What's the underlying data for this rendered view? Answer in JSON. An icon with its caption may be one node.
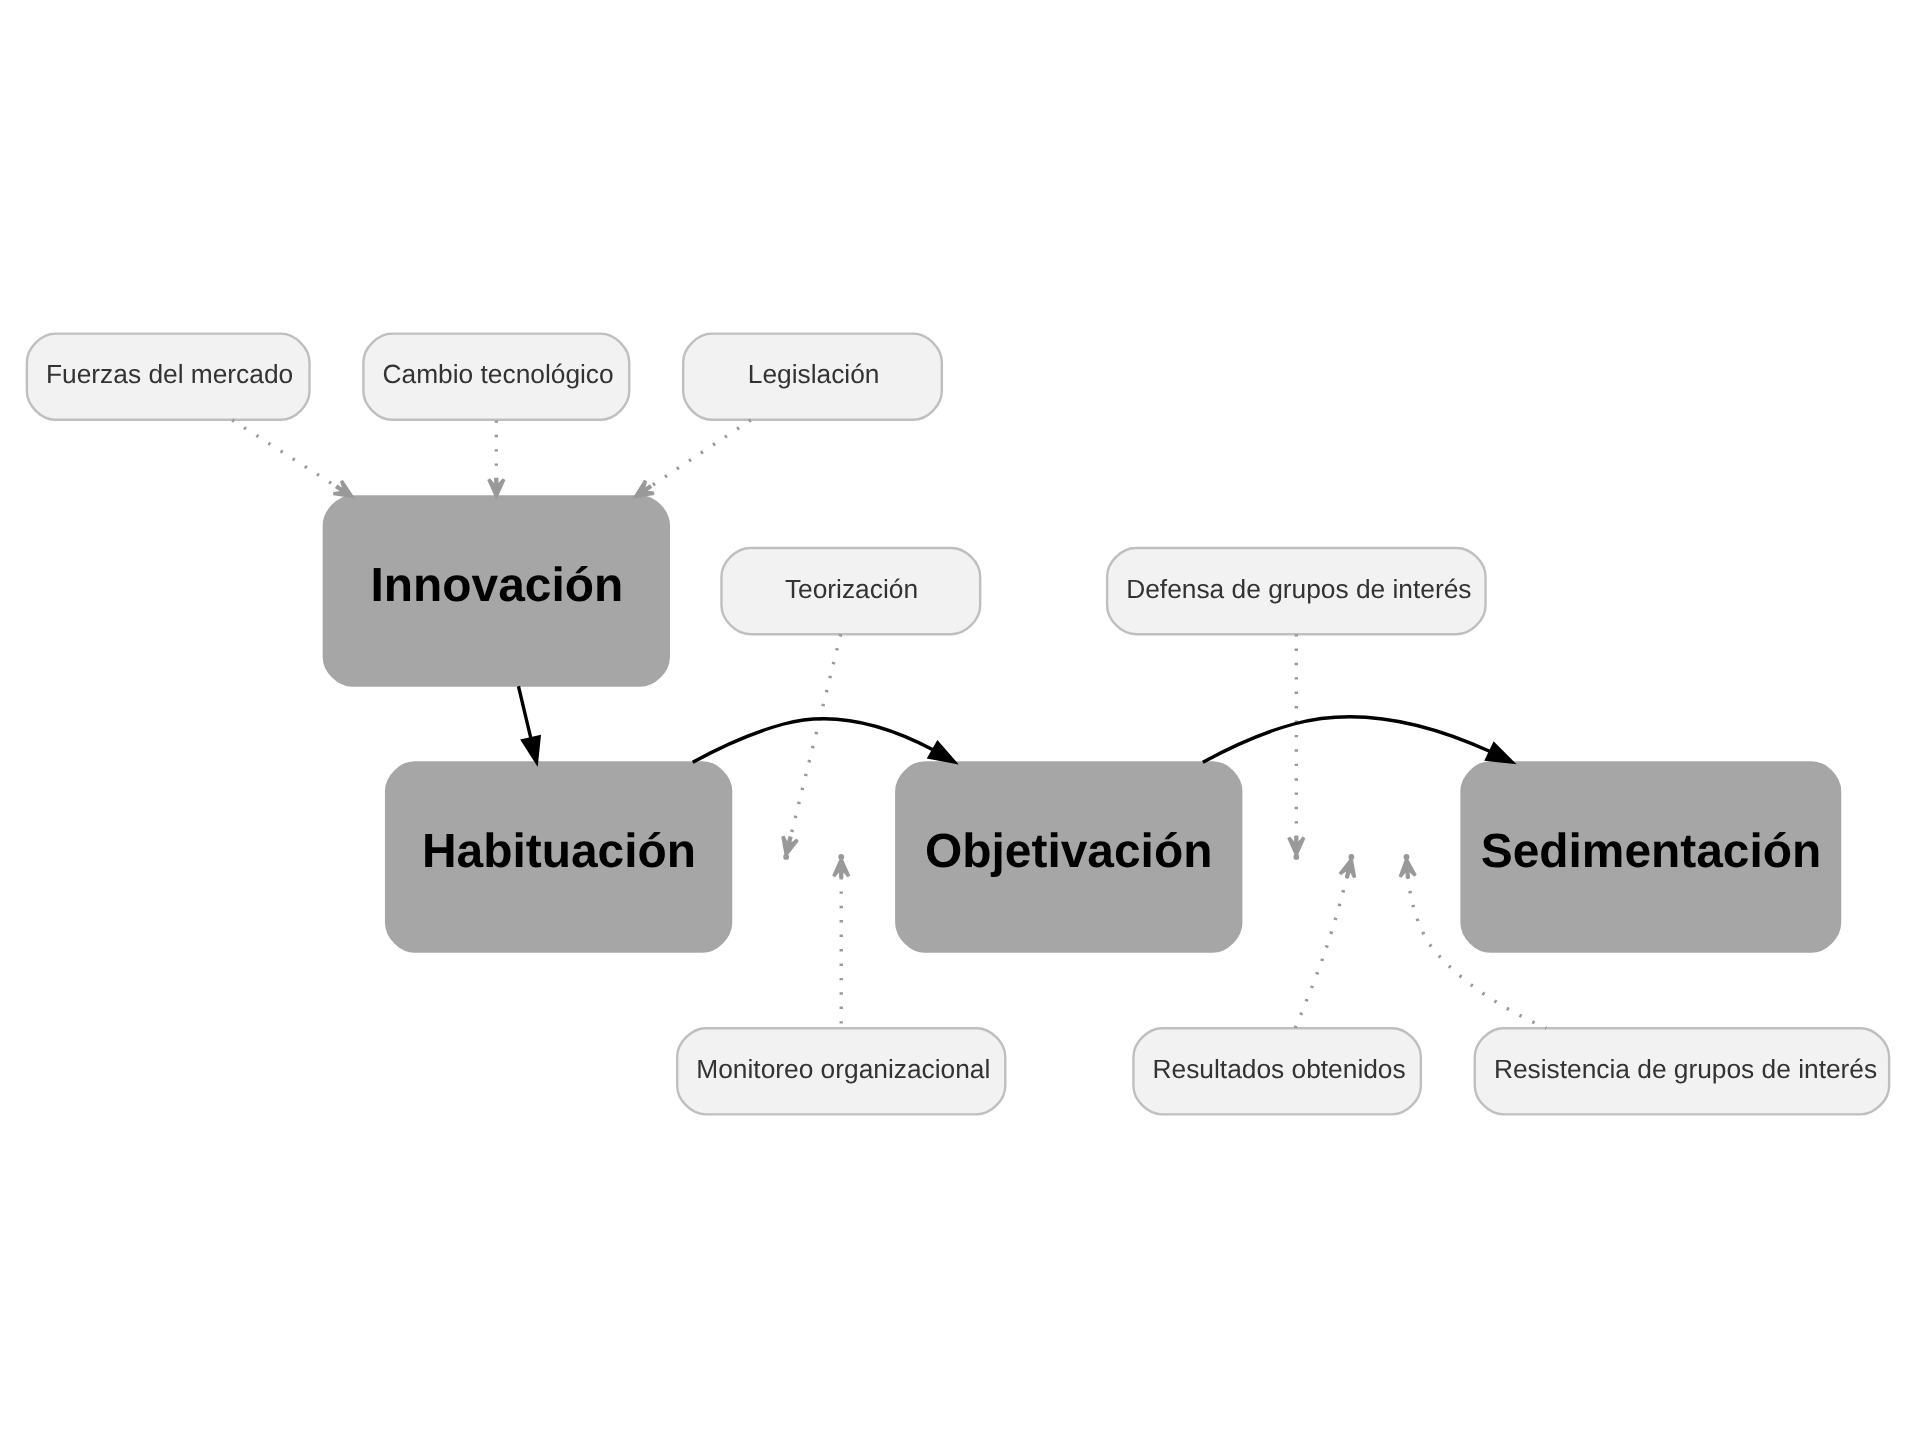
{
  "diagram": {
    "nodes": [
      {
        "text": [
          "Fuerzas del mercado"
        ]
      },
      {
        "text": [
          "Cambio tecnológico"
        ]
      },
      {
        "text": [
          "Legislación"
        ]
      },
      {
        "text": [
          "Innovación"
        ]
      },
      {
        "text": [
          "Teorización"
        ]
      },
      {
        "text": [
          "Defensa de grupos de interés"
        ]
      },
      {
        "text": [
          "Habituación"
        ]
      },
      {
        "text": [
          "Objetivación"
        ]
      },
      {
        "text": [
          "Sedimentación"
        ]
      },
      {
        "text": [
          "Monitoreo organizacional"
        ]
      },
      {
        "text": [
          "Resultados obtenidos"
        ]
      },
      {
        "text": [
          "Resistencia de grupos de interés"
        ]
      }
    ],
    "edges": [
      {
        "from": 0,
        "to": 3,
        "arrow": "to",
        "style": "dashed"
      },
      {
        "from": 1,
        "to": 3,
        "arrow": "to",
        "style": "dashed"
      },
      {
        "from": 2,
        "to": 3,
        "arrow": "to",
        "style": "dashed"
      },
      {
        "from": 3,
        "to": 6,
        "arrow": "to",
        "color": "#000000"
      },
      {
        "from": 6,
        "to": 7,
        "arrow": "to",
        "color": "#000000"
      },
      {
        "from": 7,
        "to": 8,
        "arrow": "to",
        "color": "#000000"
      },
      {
        "from": 4,
        "to": null,
        "arrow": "to",
        "style": "dashed"
      },
      {
        "from": 9,
        "to": null,
        "arrow": "to",
        "style": "dashed"
      },
      {
        "from": 5,
        "to": null,
        "arrow": "to",
        "style": "dashed"
      },
      {
        "from": 10,
        "to": null,
        "arrow": "to",
        "style": "dashed"
      },
      {
        "from": 11,
        "to": null,
        "arrow": "to",
        "style": "dashed"
      }
    ]
  }
}
